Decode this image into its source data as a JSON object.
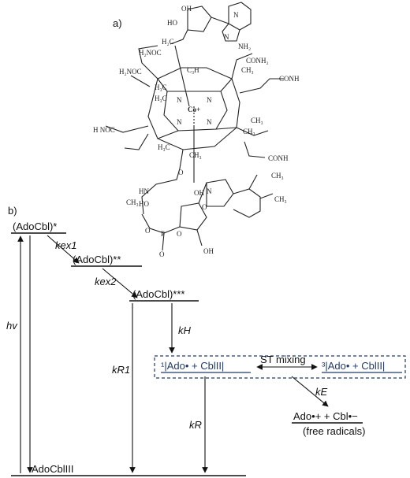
{
  "panel_a": {
    "label": "a)",
    "structure_labels": [
      "H₂C",
      "H₂NOC",
      "H₂NOC",
      "CONH₂",
      "CONH",
      "C₃H",
      "CH₃",
      "H₃C",
      "H₃C",
      "Co+",
      "N",
      "N",
      "N",
      "N",
      "CH₃",
      "CH₃",
      "H NOC",
      "H₃C",
      "CH₃",
      "CONH",
      "HN",
      "O",
      "O",
      "P",
      "O",
      "O",
      "OH",
      "HO",
      "OH",
      "HO",
      "OH",
      "N",
      "N",
      "NH₂",
      "CH₃",
      "CH₃",
      "CH₃",
      "N",
      "O"
    ]
  },
  "panel_b": {
    "label": "b)",
    "states": {
      "s1": "(AdoCbl)*",
      "s2": "(AdoCbl)**",
      "s3": "(AdoCbl)***",
      "ground": "AdoCblIII",
      "singlet_pair": "¹|Ado• + CblII|",
      "triplet_pair": "³|Ado• + CblII|",
      "free_radicals": "Ado•+ + Cbl•−",
      "free_radicals_note": "(free radicals)"
    },
    "rates": {
      "hv": "hv",
      "kex1": "kex1",
      "kex2": "kex2",
      "kH": "kH",
      "kR1": "kR1",
      "kR": "kR",
      "kE": "kE"
    },
    "st_mixing": "ST mixing"
  }
}
